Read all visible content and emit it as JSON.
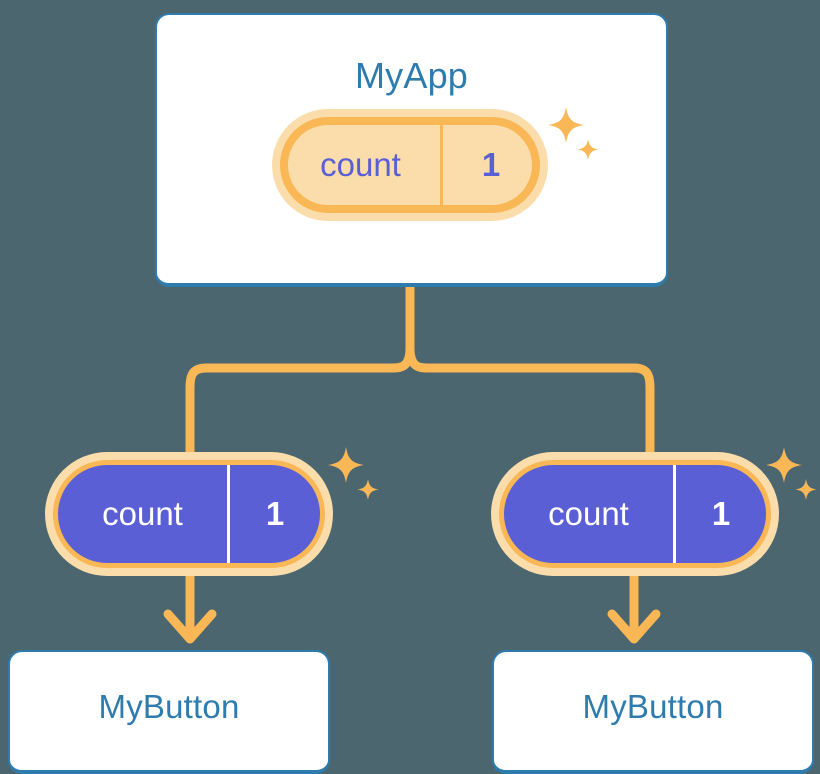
{
  "diagram": {
    "type": "component-state-tree",
    "background_color": "#4c6670",
    "colors": {
      "card_border": "#2e7bae",
      "title_text": "#2e7bae",
      "accent_orange": "#f9b755",
      "accent_orange_halo": "#fbddab",
      "indigo": "#5b5fd6",
      "white": "#ffffff"
    }
  },
  "root": {
    "title": "MyApp",
    "state": {
      "key": "count",
      "value": "1"
    },
    "sparkle_icon": "sparkle-icon"
  },
  "children": [
    {
      "title": "MyButton",
      "state": {
        "key": "count",
        "value": "1"
      },
      "sparkle_icon": "sparkle-icon"
    },
    {
      "title": "MyButton",
      "state": {
        "key": "count",
        "value": "1"
      },
      "sparkle_icon": "sparkle-icon"
    }
  ],
  "connectors": {
    "fork_icon": "fork-connector",
    "arrow_icon": "arrow-down-icon"
  }
}
